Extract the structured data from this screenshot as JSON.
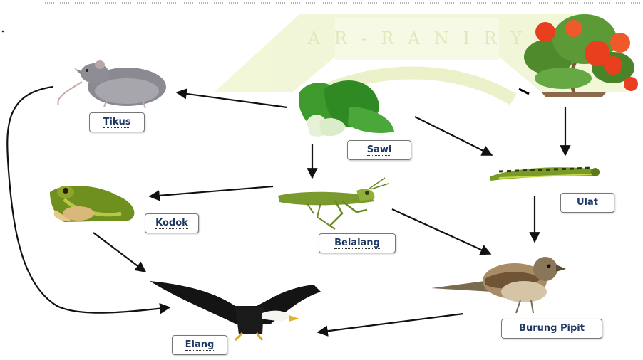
{
  "organisms": [
    {
      "id": "tikus",
      "label": "Tikus"
    },
    {
      "id": "sawi",
      "label": "Sawi"
    },
    {
      "id": "bunga",
      "label": ""
    },
    {
      "id": "kodok",
      "label": "Kodok"
    },
    {
      "id": "belalang",
      "label": "Belalang"
    },
    {
      "id": "ulat",
      "label": "Ulat"
    },
    {
      "id": "elang",
      "label": "Elang"
    },
    {
      "id": "burung",
      "label": "Burung Pipit"
    }
  ],
  "arrows": [
    {
      "from": "sawi",
      "to": "tikus"
    },
    {
      "from": "sawi",
      "to": "belalang"
    },
    {
      "from": "sawi",
      "to": "ulat"
    },
    {
      "from": "bunga",
      "to": "ulat"
    },
    {
      "from": "belalang",
      "to": "kodok"
    },
    {
      "from": "belalang",
      "to": "burung"
    },
    {
      "from": "ulat",
      "to": "burung"
    },
    {
      "from": "kodok",
      "to": "elang"
    },
    {
      "from": "burung",
      "to": "elang"
    },
    {
      "from": "tikus",
      "to": "elang"
    }
  ],
  "watermark_text": "A R - R A N I R Y",
  "colors": {
    "arrow": "#111111",
    "label_text": "#1f3864",
    "watermark": "#eef3cc"
  }
}
